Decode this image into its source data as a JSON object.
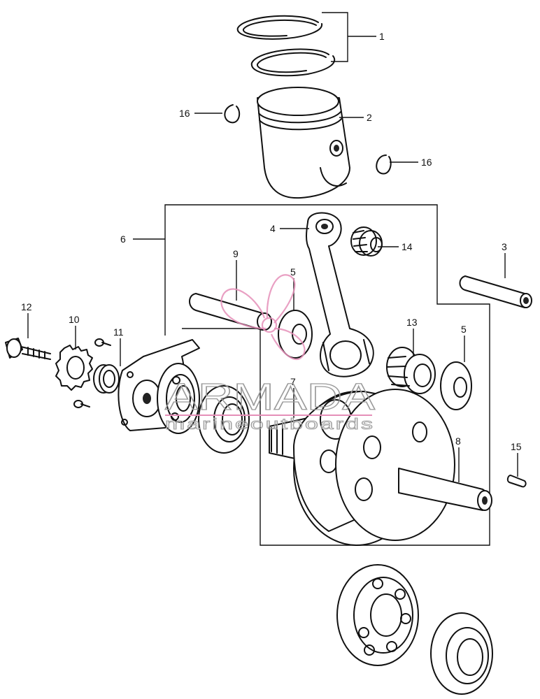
{
  "callouts": [
    {
      "id": "c1",
      "label": "1"
    },
    {
      "id": "c2",
      "label": "2"
    },
    {
      "id": "c16a",
      "label": "16"
    },
    {
      "id": "c16b",
      "label": "16"
    },
    {
      "id": "c6",
      "label": "6"
    },
    {
      "id": "c4",
      "label": "4"
    },
    {
      "id": "c14",
      "label": "14"
    },
    {
      "id": "c3",
      "label": "3"
    },
    {
      "id": "c9",
      "label": "9"
    },
    {
      "id": "c5a",
      "label": "5"
    },
    {
      "id": "c5b",
      "label": "5"
    },
    {
      "id": "c12",
      "label": "12"
    },
    {
      "id": "c10",
      "label": "10"
    },
    {
      "id": "c11",
      "label": "11"
    },
    {
      "id": "c13",
      "label": "13"
    },
    {
      "id": "c7",
      "label": "7"
    },
    {
      "id": "c8",
      "label": "8"
    },
    {
      "id": "c15",
      "label": "15"
    }
  ],
  "watermark": {
    "brand": "ARMADA",
    "tagline": "marineoutboards",
    "logo_icon": "propeller-icon",
    "logo_color": "#e58fb8"
  }
}
